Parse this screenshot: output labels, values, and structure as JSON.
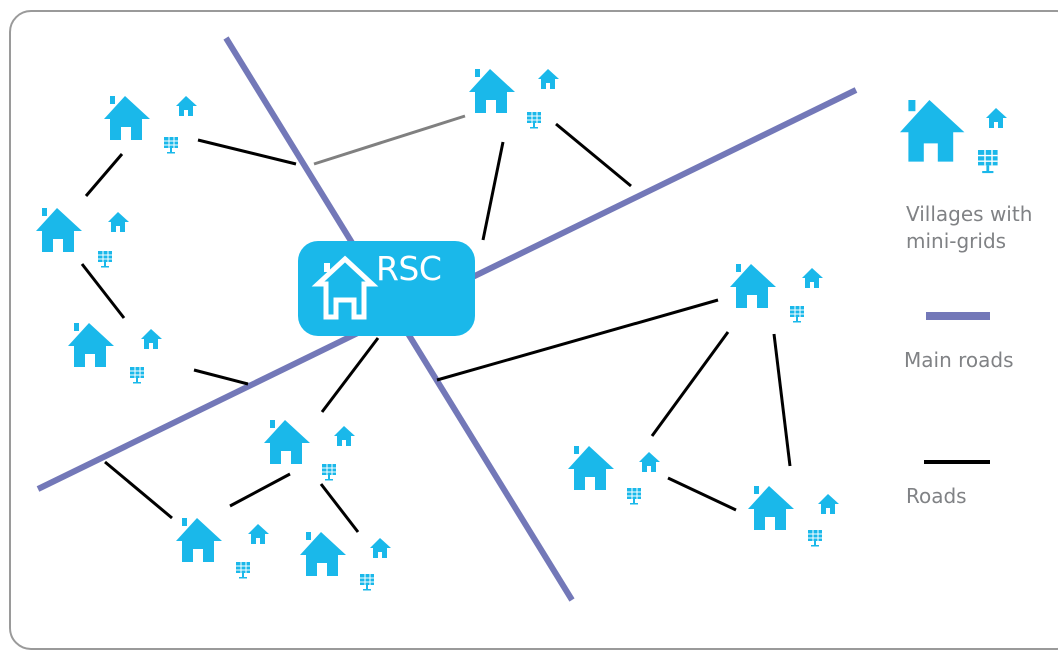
{
  "hub": {
    "label": "RSC"
  },
  "legend": {
    "villages_label": "Villages with mini-grids",
    "main_roads_label": "Main roads",
    "roads_label": "Roads"
  },
  "colors": {
    "village_blue": "#1ab8ea",
    "main_road": "#7378b8",
    "road": "#000000",
    "grid_line": "#808080",
    "text_gray": "#808285",
    "frame": "#9a9a9a"
  }
}
